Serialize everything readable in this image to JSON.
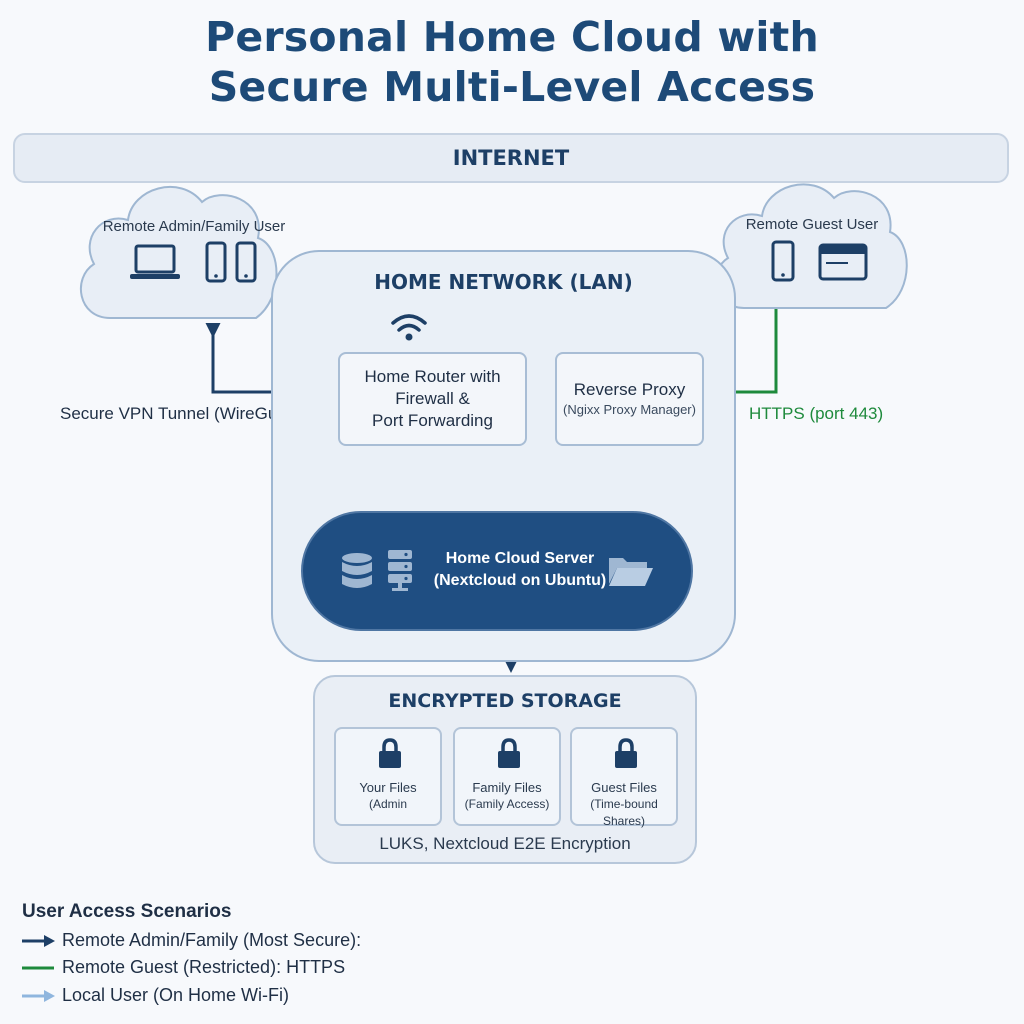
{
  "title": {
    "line1": "Personal Home Cloud with",
    "line2": "Secure Multi-Level Access"
  },
  "internet": {
    "label": "INTERNET"
  },
  "admin_cloud": {
    "label": "Remote Admin/Family User",
    "icons": [
      "laptop-icon",
      "phone-icon",
      "phone-icon"
    ]
  },
  "guest_cloud": {
    "label": "Remote Guest User",
    "icons": [
      "phone-icon",
      "browser-window-icon"
    ]
  },
  "home_network": {
    "title": "HOME NETWORK (LAN)",
    "wifi_icon": "wifi-icon",
    "router": {
      "line1": "Home Router with",
      "line2": "Firewall &",
      "line3": "Port Forwarding"
    },
    "proxy": {
      "title": "Reverse Proxy",
      "subtitle": "(Ngixx Proxy Manager)"
    },
    "server": {
      "line1": "Home Cloud Server",
      "line2": "(Nextcloud on Ubuntu)",
      "icons": [
        "database-icon",
        "server-rack-icon",
        "folder-icon"
      ]
    }
  },
  "connections": {
    "vpn_label": "Secure VPN Tunnel (WireGuard)",
    "https_label": "HTTPS (port 443)"
  },
  "storage": {
    "title": "ENCRYPTED STORAGE",
    "cards": [
      {
        "line1": "Your Files",
        "line2": "(Admin",
        "icon": "lock-icon"
      },
      {
        "line1": "Family Files",
        "line2": "(Family Access)",
        "icon": "lock-icon"
      },
      {
        "line1": "Guest Files",
        "line2": "(Time-bound Shares)",
        "icon": "lock-icon"
      }
    ],
    "footer": "LUKS, Nextcloud E2E Encryption"
  },
  "legend": {
    "title": "User Access Scenarios",
    "items": [
      {
        "label": "Remote Admin/Family (Most Secure):",
        "color": "#1d3f66"
      },
      {
        "label": "Remote Guest (Restricted): HTTPS",
        "color": "#1e8a3c"
      },
      {
        "label": "Local User (On Home Wi-Fi)",
        "color": "#8fb6de"
      }
    ]
  },
  "colors": {
    "title": "#1d4a78",
    "navy_arrow": "#1d3f66",
    "green_arrow": "#1e8a3c",
    "light_arrow": "#8fb6de",
    "server_fill": "#1f4e82"
  }
}
